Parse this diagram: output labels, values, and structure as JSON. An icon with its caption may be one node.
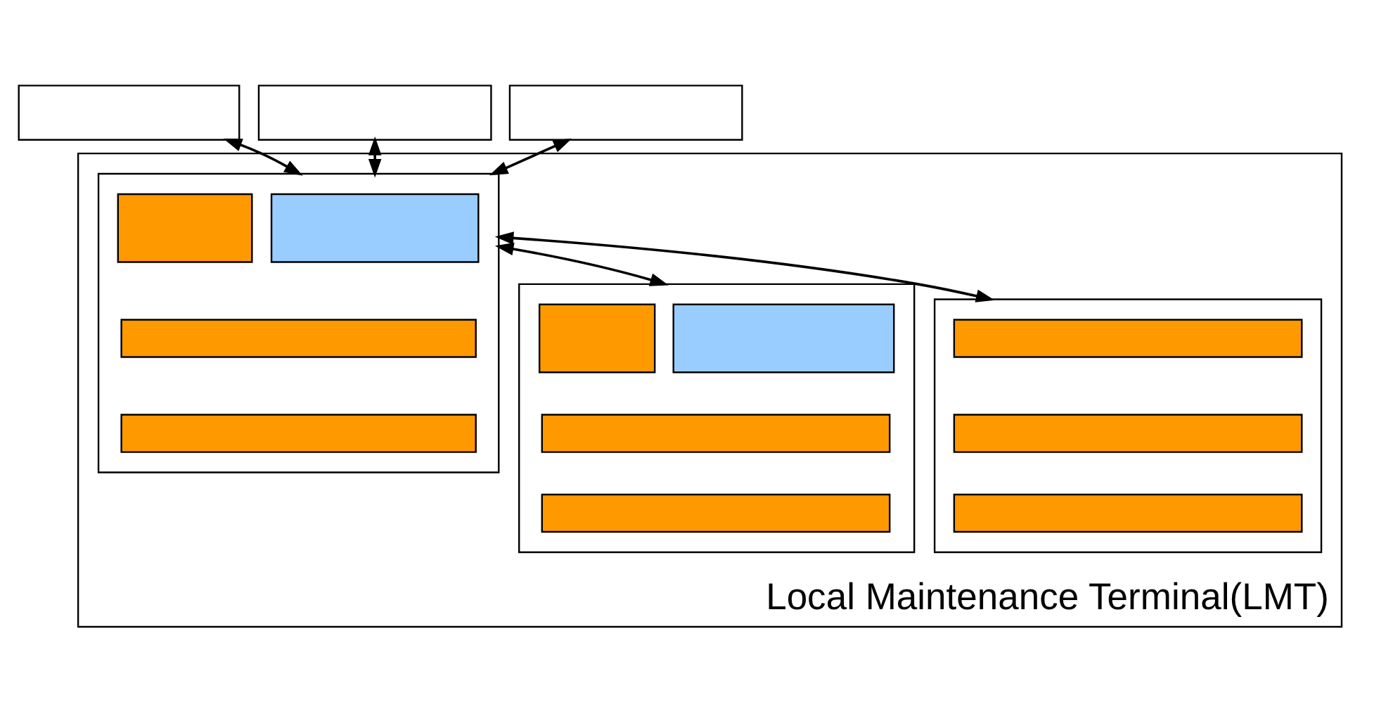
{
  "diagram": {
    "nodes": [
      {
        "text": [
          "Local Maintenance Terminal(LMT)"
        ]
      },
      {
        "text": [],
        "shape": "box"
      },
      {
        "text": [],
        "shape": "box"
      },
      {
        "text": [],
        "shape": "box"
      },
      {
        "text": [],
        "shape": "box",
        "in": 0
      },
      {
        "text": [],
        "shape": "box",
        "in": 4
      },
      {
        "text": [],
        "shape": "box",
        "in": 4
      },
      {
        "text": [],
        "shape": "box",
        "in": 4
      },
      {
        "text": [],
        "shape": "box",
        "in": 4
      },
      {
        "text": [],
        "shape": "box",
        "in": 0
      },
      {
        "text": [],
        "shape": "box",
        "in": 9
      },
      {
        "text": [],
        "shape": "box",
        "in": 9
      },
      {
        "text": [],
        "shape": "box",
        "in": 9
      },
      {
        "text": [],
        "shape": "box",
        "in": 9
      },
      {
        "text": [],
        "shape": "box",
        "in": 0
      },
      {
        "text": [],
        "shape": "box",
        "in": 14
      },
      {
        "text": [],
        "shape": "box",
        "in": 14
      },
      {
        "text": [],
        "shape": "box",
        "in": 14
      }
    ],
    "edges": [
      {
        "from": 1,
        "to": 4,
        "arrow": "both"
      },
      {
        "from": 2,
        "to": 4,
        "arrow": "both"
      },
      {
        "from": 3,
        "to": 4,
        "arrow": "both"
      },
      {
        "from": 4,
        "to": 9,
        "arrow": "both"
      },
      {
        "from": 4,
        "to": 14,
        "arrow": "both"
      }
    ]
  }
}
